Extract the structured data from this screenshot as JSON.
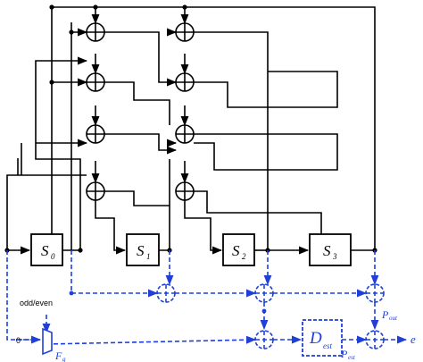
{
  "registers": [
    {
      "name": "S",
      "sub": "0"
    },
    {
      "name": "S",
      "sub": "1"
    },
    {
      "name": "S",
      "sub": "2"
    },
    {
      "name": "S",
      "sub": "3"
    }
  ],
  "estimator": {
    "name": "D",
    "sub": "est"
  },
  "labels": {
    "odd_even": "odd/even",
    "zero": "0",
    "fg_main": "F",
    "fg_sub": "g",
    "pout_main": "P",
    "pout_sub": "out",
    "pest_main": "P",
    "pest_sub": "est",
    "error": "e"
  },
  "colors": {
    "main": "#000000",
    "dashed": "#1f3fd6"
  }
}
